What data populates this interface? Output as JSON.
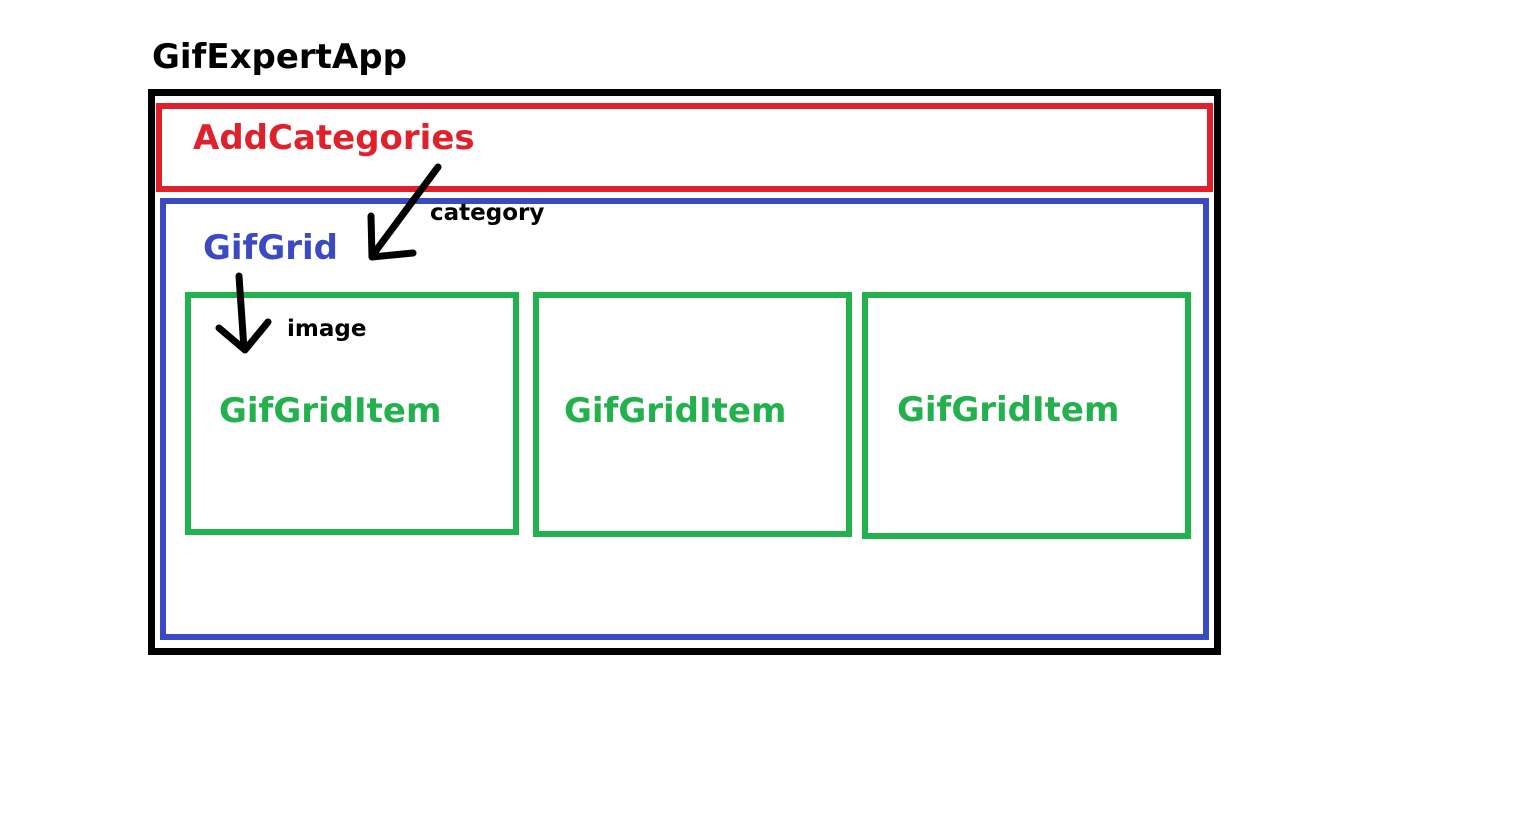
{
  "diagram": {
    "root": {
      "label": "GifExpertApp",
      "color": "#000000"
    },
    "add_categories": {
      "label": "AddCategories",
      "color": "#e0212b"
    },
    "gif_grid": {
      "label": "GifGrid",
      "color": "#3b4ac3"
    },
    "gif_grid_items": [
      {
        "label": "GifGridItem",
        "color": "#22b14c"
      },
      {
        "label": "GifGridItem",
        "color": "#22b14c"
      },
      {
        "label": "GifGridItem",
        "color": "#22b14c"
      }
    ],
    "edges": [
      {
        "from": "AddCategories",
        "to": "GifGrid",
        "label": "category"
      },
      {
        "from": "GifGrid",
        "to": "GifGridItem",
        "label": "image"
      }
    ]
  }
}
